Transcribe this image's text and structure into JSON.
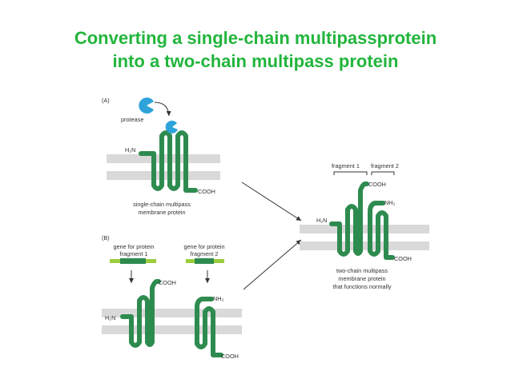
{
  "title": {
    "line1": "Converting a single-chain multipassprotein",
    "line2": "into a two-chain multipass protein"
  },
  "panel_a": {
    "tag": "(A)",
    "protease_label": "protease",
    "n_term": "H₂N",
    "c_term": "COOH",
    "caption_line1": "single-chain multipass",
    "caption_line2": "membrane protein"
  },
  "panel_b": {
    "tag": "(B)",
    "gene1_line1": "gene for protein",
    "gene1_line2": "fragment 1",
    "gene2_line1": "gene for protein",
    "gene2_line2": "fragment 2",
    "frag1_c_term": "COOH",
    "frag1_n_term": "H₂N",
    "frag2_n_term": "NH₂",
    "frag2_c_term": "COOH"
  },
  "result": {
    "fragment1_label": "fragment 1",
    "fragment2_label": "fragment 2",
    "cooh_top": "COOH",
    "nh2": "NH₂",
    "n_term": "H₂N",
    "cooh_bottom": "COOH",
    "caption_line1": "two-chain multipass",
    "caption_line2": "membrane protein",
    "caption_line3": "that functions normally"
  },
  "colors": {
    "title": "#22b53c",
    "protein": "#2e8b4f",
    "protease": "#2ea3d9",
    "membrane": "#d9d9d9",
    "gene_bar": "#9ccc3c"
  }
}
